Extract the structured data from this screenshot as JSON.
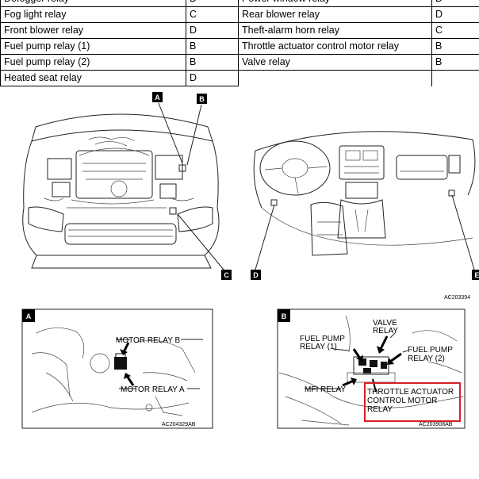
{
  "relay_table": {
    "rows": [
      [
        "Defogger relay",
        "B",
        "Power window relay",
        "D"
      ],
      [
        "Fog light relay",
        "C",
        "Rear blower relay",
        "D"
      ],
      [
        "Front blower relay",
        "D",
        "Theft-alarm horn relay",
        "C"
      ],
      [
        "Fuel pump relay (1)",
        "B",
        "Throttle actuator control motor relay",
        "B"
      ],
      [
        "Fuel pump relay (2)",
        "B",
        "Valve relay",
        "B"
      ],
      [
        "Heated seat relay",
        "D",
        "",
        ""
      ]
    ]
  },
  "location_markers": {
    "a": "A",
    "b": "B",
    "c": "C",
    "d": "D",
    "e": "E"
  },
  "figure_codes": {
    "overview": "AC203394",
    "detail_a": "AC204329AB",
    "detail_b": "AC203908AB"
  },
  "detail_a": {
    "letter": "A",
    "labels": [
      "MOTOR RELAY B",
      "MOTOR RELAY A"
    ]
  },
  "detail_b": {
    "letter": "B",
    "valve_relay": [
      "VALVE",
      "RELAY"
    ],
    "fuel_pump_relay_1": [
      "FUEL PUMP",
      "RELAY (1)"
    ],
    "fuel_pump_relay_2": [
      "FUEL PUMP",
      "RELAY (2)"
    ],
    "mfi_relay": "MFI RELAY",
    "throttle_relay": [
      "THROTTLE ACTUATOR",
      "CONTROL MOTOR",
      "RELAY"
    ]
  },
  "highlight_color": "#d81f26"
}
